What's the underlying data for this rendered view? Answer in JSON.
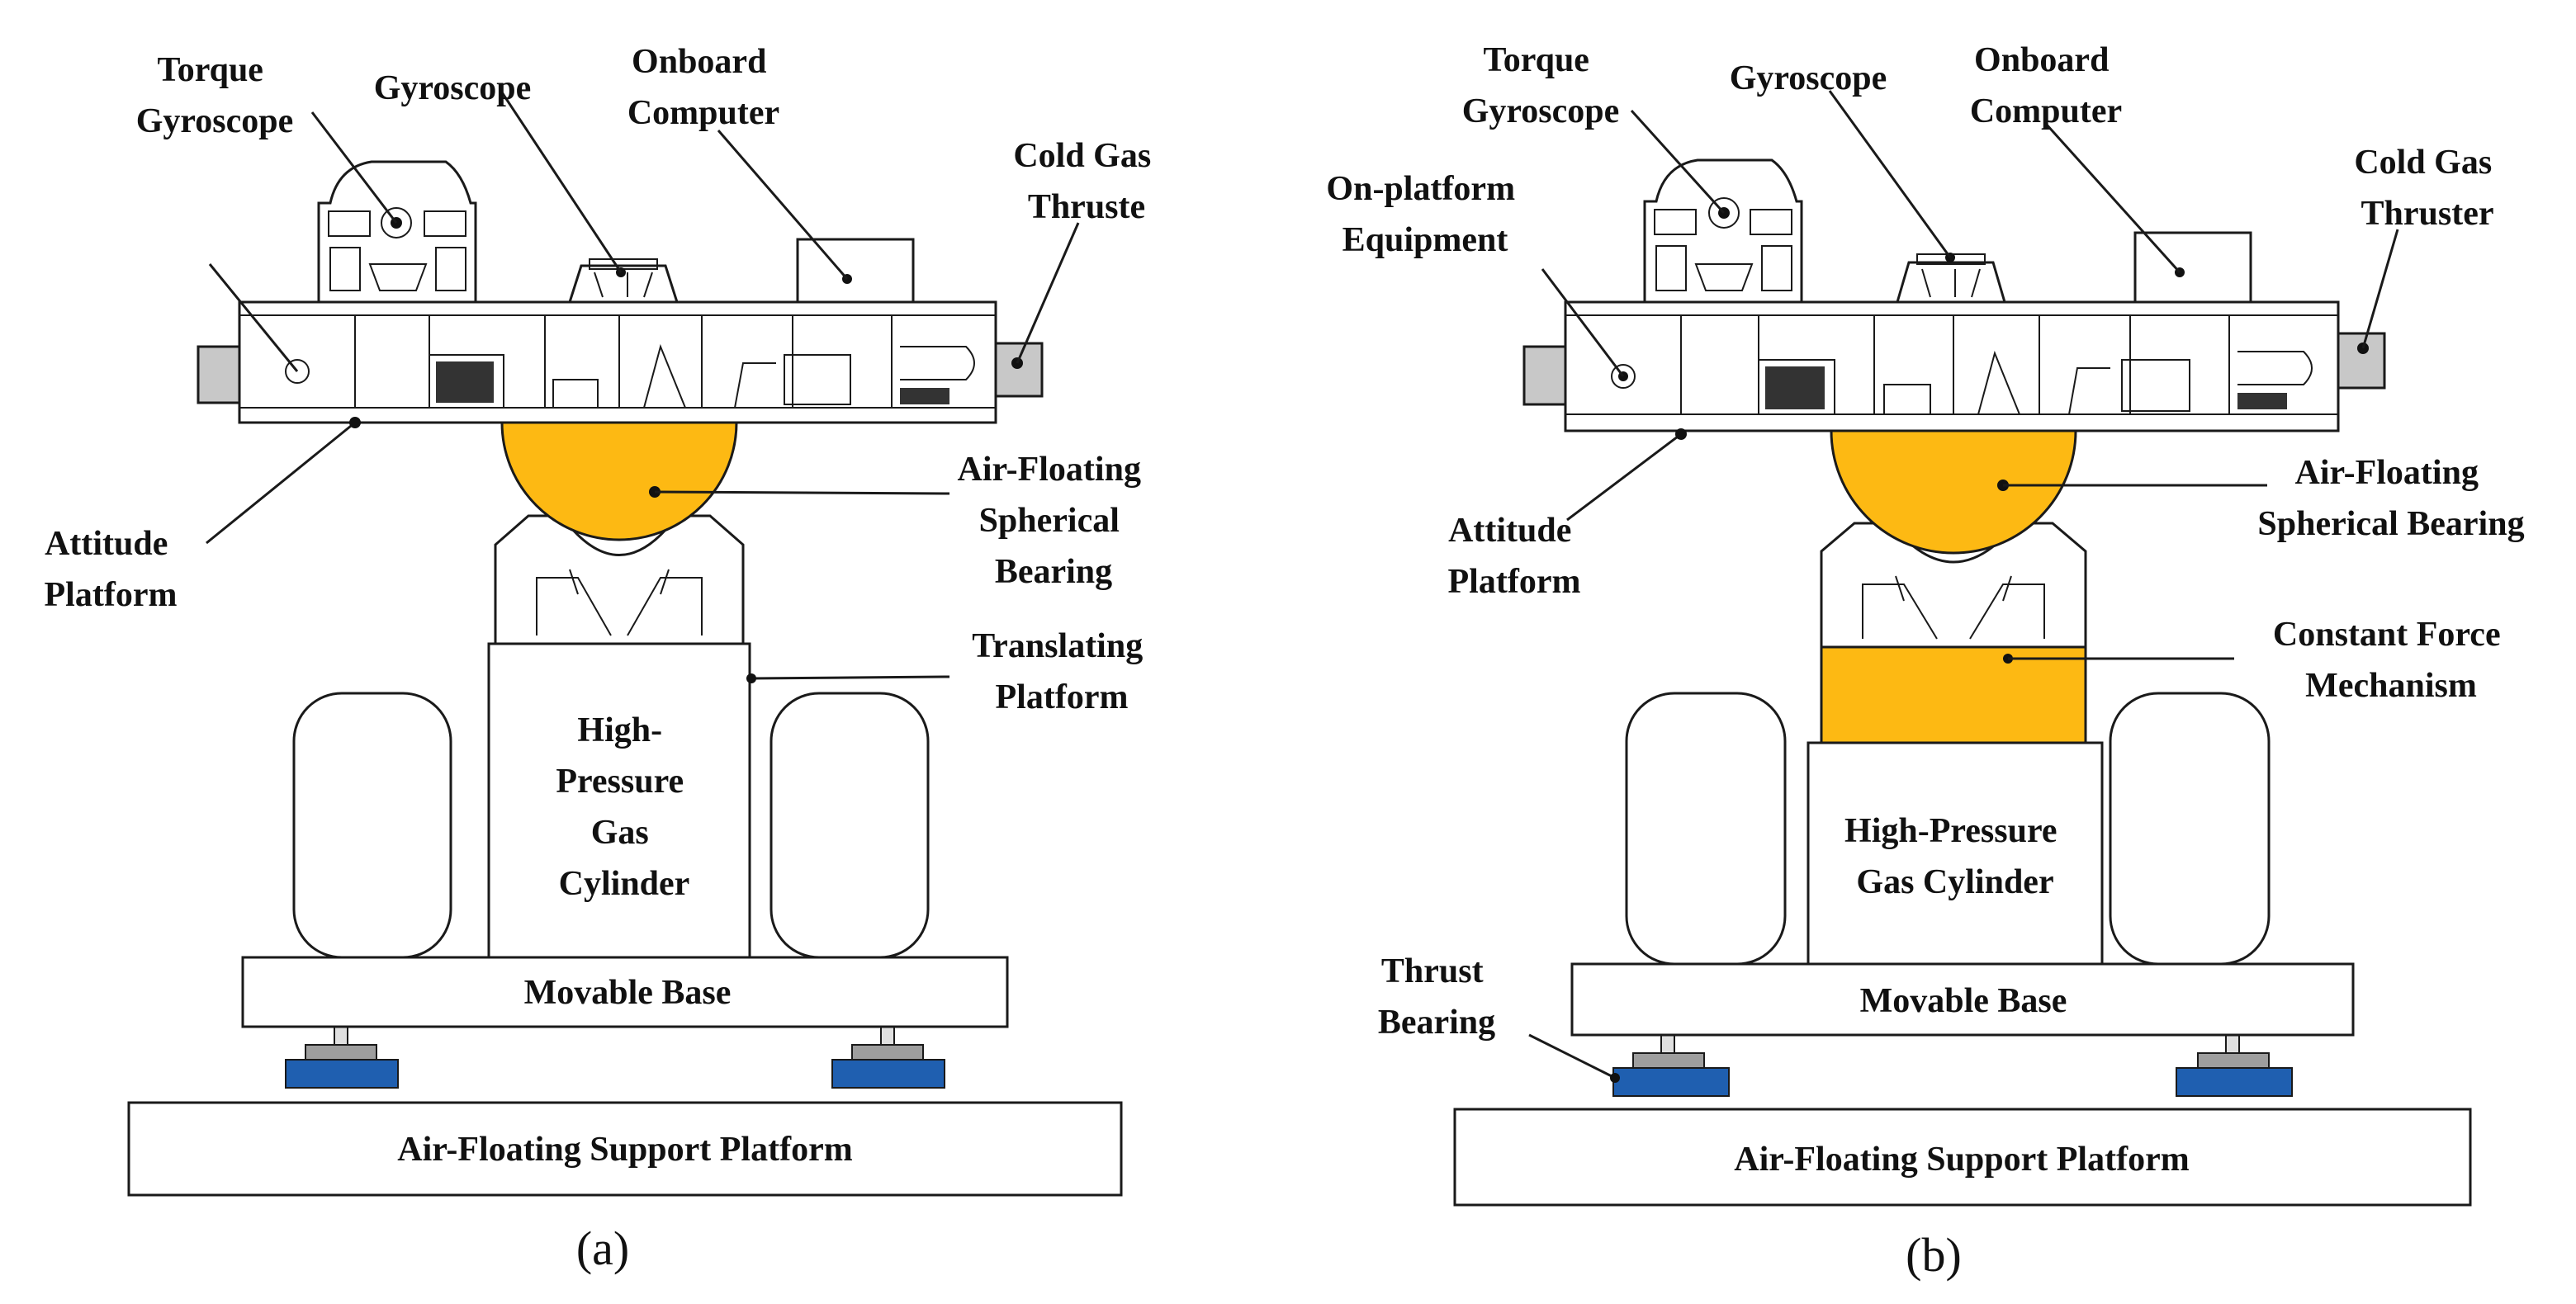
{
  "colors": {
    "bearing": "#FDB913",
    "thrust_bearing": "#1F5FB0",
    "thrust_cap": "#9E9E9E",
    "thruster": "#C8C8C8",
    "line": "#1A1A1A"
  },
  "panel_a": {
    "caption": "(a)",
    "labels": {
      "torque_gyroscope": [
        "Torque",
        "Gyroscope"
      ],
      "gyroscope": "Gyroscope",
      "onboard_computer": [
        "Onboard",
        "Computer"
      ],
      "cold_gas_thruster": [
        "Cold Gas",
        "Thruste"
      ],
      "attitude_platform": [
        "Attitude",
        "Platform"
      ],
      "air_floating_bearing": [
        "Air-Floating",
        "Spherical",
        "Bearing"
      ],
      "translating_platform": [
        "Translating",
        "Platform"
      ],
      "gas_cylinder": [
        "High-",
        "Pressure",
        "Gas",
        "Cylinder"
      ],
      "movable_base": "Movable Base",
      "support_platform": "Air-Floating Support Platform"
    }
  },
  "panel_b": {
    "caption": "(b)",
    "labels": {
      "torque_gyroscope": [
        "Torque",
        "Gyroscope"
      ],
      "gyroscope": "Gyroscope",
      "onboard_computer": [
        "Onboard",
        "Computer"
      ],
      "cold_gas_thruster": [
        "Cold Gas",
        "Thruster"
      ],
      "on_platform_equipment": [
        "On-platform",
        "Equipment"
      ],
      "attitude_platform": [
        "Attitude",
        "Platform"
      ],
      "air_floating_bearing": [
        "Air-Floating",
        "Spherical Bearing"
      ],
      "constant_force": [
        "Constant Force",
        "Mechanism"
      ],
      "gas_cylinder": [
        "High-Pressure",
        "Gas Cylinder"
      ],
      "movable_base": "Movable Base",
      "thrust_bearing": [
        "Thrust",
        "Bearing"
      ],
      "support_platform": "Air-Floating Support Platform"
    }
  }
}
